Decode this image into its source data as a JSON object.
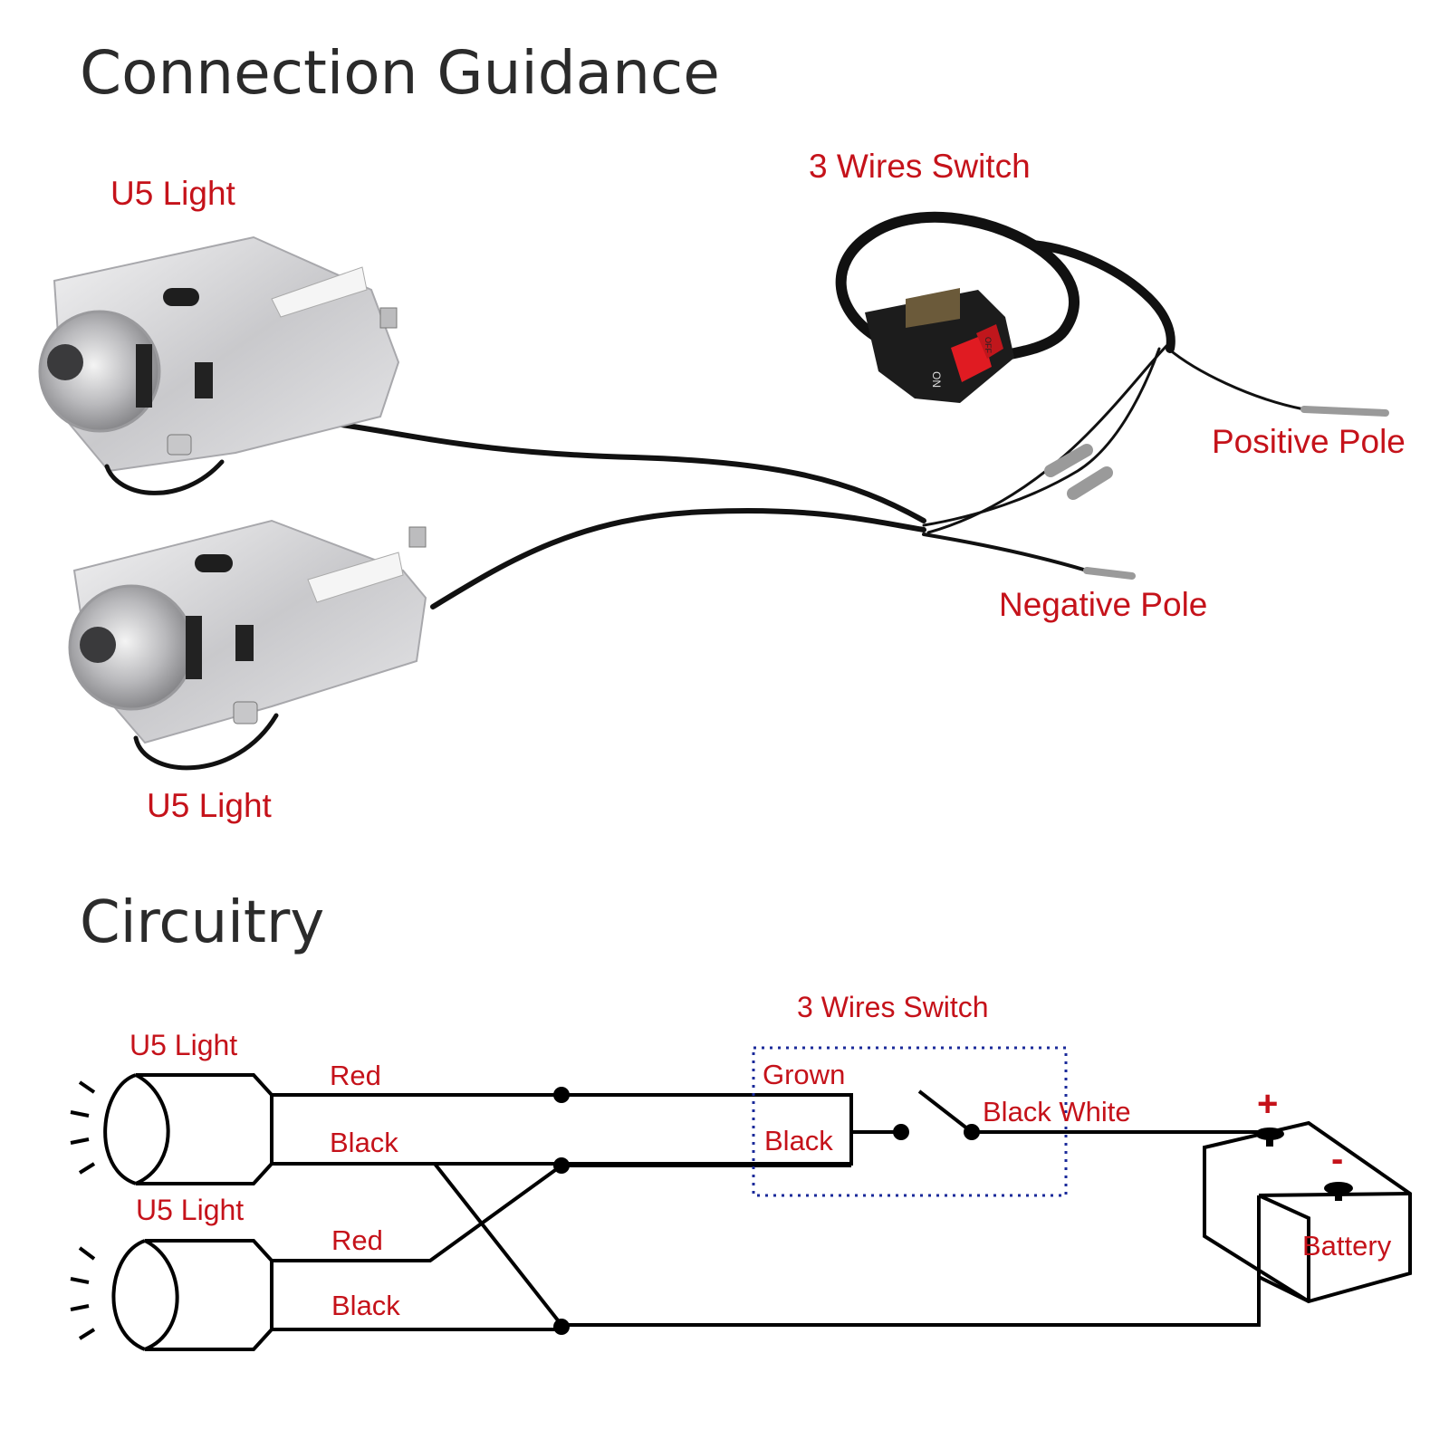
{
  "headings": {
    "connection": "Connection Guidance",
    "circuitry": "Circuitry"
  },
  "photo_labels": {
    "light_top": "U5 Light",
    "light_bottom": "U5 Light",
    "switch": "3 Wires Switch",
    "positive": "Positive Pole",
    "negative": "Negative Pole",
    "switch_on": "ON",
    "switch_off": "OFF"
  },
  "schematic_labels": {
    "light_top": "U5 Light",
    "light_bottom": "U5 Light",
    "switch": "3 Wires Switch",
    "red_top": "Red",
    "black_top": "Black",
    "red_bottom": "Red",
    "black_bottom": "Black",
    "grown": "Grown",
    "switch_black": "Black",
    "black_white": "Black White",
    "plus": "+",
    "minus": "-",
    "battery": "Battery"
  },
  "colors": {
    "label_red": "#c5121a",
    "heading": "#2b2b2b",
    "switch_box_dots": "#1a2a9a",
    "housing": "#d4d4d6",
    "switch_button": "#e01b22"
  },
  "icons": [
    "u5-light-icon",
    "switch-icon",
    "battery-icon",
    "lamp-symbol-icon"
  ]
}
